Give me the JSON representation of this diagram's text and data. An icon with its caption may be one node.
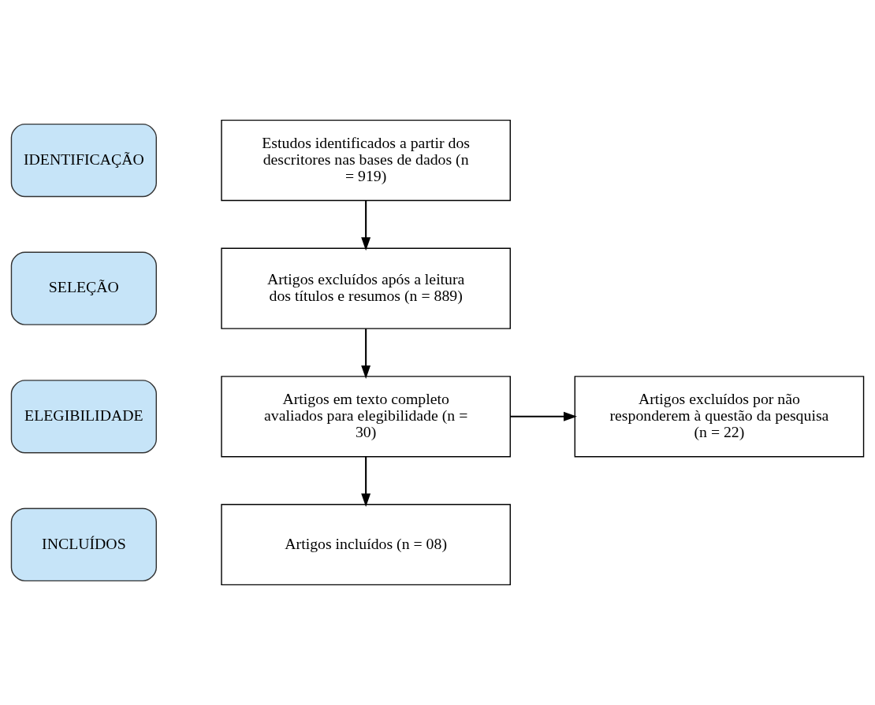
{
  "diagram": {
    "nodes": [
      {
        "text": [
          "IDENTIFICAÇÃO"
        ]
      },
      {
        "text": [
          "Estudos identificados a partir dos descritores nas bases de dados (n = 919)"
        ]
      },
      {
        "text": [
          "SELEÇÃO"
        ]
      },
      {
        "text": [
          "Artigos excluídos após a leitura dos títulos e resumos (n = 889)"
        ]
      },
      {
        "text": [
          "ELEGIBILIDADE"
        ]
      },
      {
        "text": [
          "Artigos em texto completo avaliados para elegibilidade (n = 30)"
        ]
      },
      {
        "text": [
          "Artigos excluídos por não responderem à questão da pesquisa (n = 22)"
        ]
      },
      {
        "text": [
          "INCLUÍDOS"
        ]
      },
      {
        "text": [
          "Artigos incluídos (n = 08)"
        ]
      }
    ],
    "edges": [
      {
        "from": 1,
        "to": 3,
        "arrow": "to"
      },
      {
        "from": 3,
        "to": 5,
        "arrow": "to"
      },
      {
        "from": 5,
        "to": 6,
        "arrow": "to"
      },
      {
        "from": 5,
        "to": 8,
        "arrow": "to"
      }
    ]
  }
}
